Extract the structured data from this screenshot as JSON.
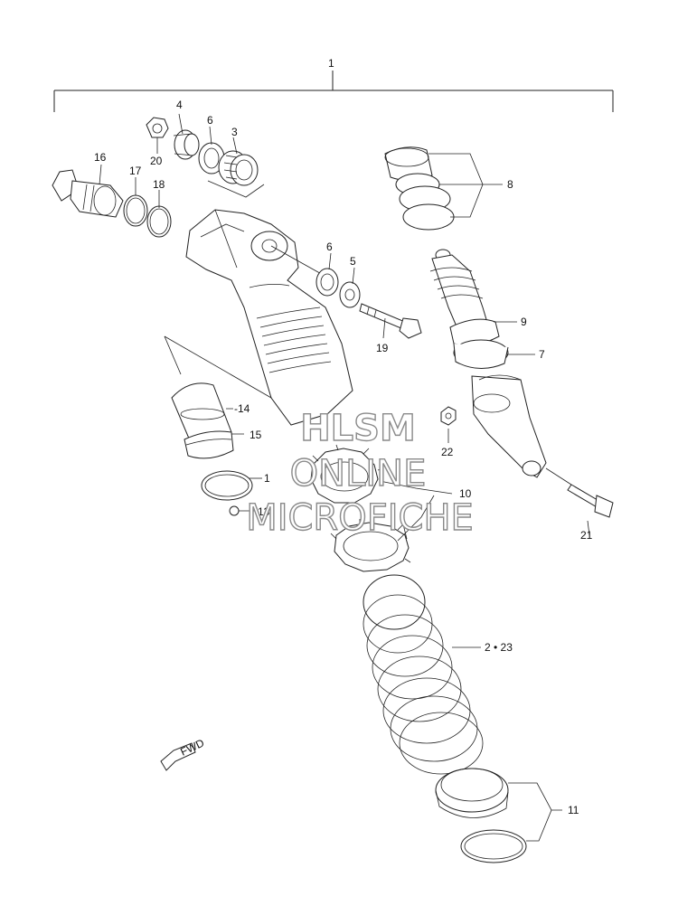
{
  "callouts": {
    "c1": "1",
    "c2_23": "2 • 23",
    "c3": "3",
    "c4": "4",
    "c5": "5",
    "c6a": "6",
    "c6b": "6",
    "c7": "7",
    "c8": "8",
    "c9": "9",
    "c10": "10",
    "c11": "11",
    "c13": "13",
    "c14": "-14",
    "c15": "15",
    "c16": "16",
    "c17": "17",
    "c18": "18",
    "c19": "19",
    "c19b": "1",
    "c20": "20",
    "c21": "21",
    "c22": "22"
  },
  "fwd_label": "FWD",
  "watermark": {
    "line1": "HLSM",
    "line2": "ONLINE",
    "line3": "MICROFICHE"
  }
}
